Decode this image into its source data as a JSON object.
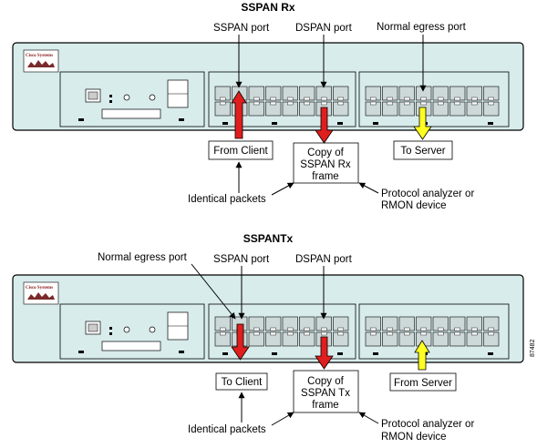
{
  "panels": [
    {
      "title": "SSPAN Rx",
      "labels": {
        "sspan_port": "SSPAN port",
        "dspan_port": "DSPAN port",
        "normal_egress_port": "Normal egress port"
      },
      "boxes": {
        "left": "From Client",
        "middle": [
          "Copy of",
          "SSPAN Rx",
          "frame"
        ],
        "right": "To Server"
      },
      "identical_packets": "Identical packets",
      "analyzer": [
        "Protocol analyzer or",
        "RMON device"
      ]
    },
    {
      "title": "SSPANTx",
      "labels": {
        "sspan_port": "SSPAN port",
        "dspan_port": "DSPAN port",
        "normal_egress_port": "Normal egress port"
      },
      "boxes": {
        "left": "To Client",
        "middle": [
          "Copy of",
          "SSPAN Tx",
          "frame"
        ],
        "right": "From Server"
      },
      "identical_packets": "Identical packets",
      "analyzer": [
        "Protocol analyzer or",
        "RMON device"
      ]
    }
  ],
  "logo_text": "Cisco Systems",
  "figure_number": "87482",
  "colors": {
    "chassis": "#d8ecec",
    "port": "#cdd8d8",
    "red_arrow": "#e01e1e",
    "yellow_arrow": "#ffff22"
  }
}
